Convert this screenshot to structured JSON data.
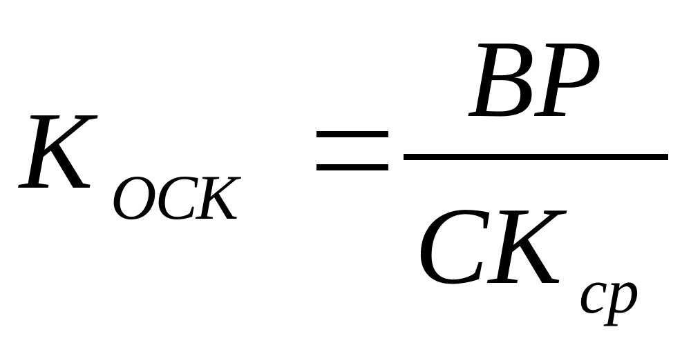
{
  "formula": {
    "lhs_symbol": "K",
    "lhs_subscript": "OCK",
    "numerator": "BP",
    "denominator_symbol": "CK",
    "denominator_subscript": "cp"
  }
}
